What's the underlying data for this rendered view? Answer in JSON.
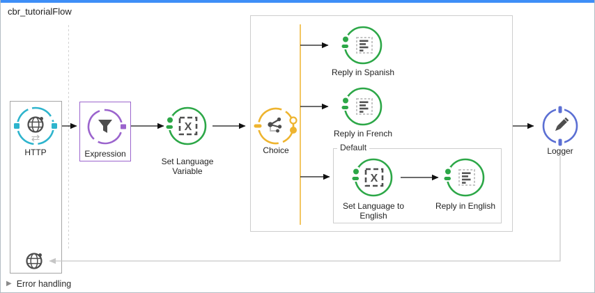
{
  "title": "cbr_tutorialFlow",
  "colors": {
    "selection": "#3e8ef7",
    "http": "#2eb4cd",
    "event": "#2ca747",
    "choice": "#eeb42f",
    "logger": "#5b6fd3",
    "expression": "#9b64cd",
    "icon": "#4d4d4d"
  },
  "nodes": {
    "http": {
      "label": "HTTP"
    },
    "expression": {
      "label": "Expression"
    },
    "set_language_variable": {
      "label": "Set Language Variable"
    },
    "choice": {
      "label": "Choice"
    },
    "reply_in_spanish": {
      "label": "Reply in Spanish"
    },
    "reply_in_french": {
      "label": "Reply in French"
    },
    "set_language_to_english": {
      "label": "Set Language to English"
    },
    "reply_in_english": {
      "label": "Reply in English"
    },
    "logger": {
      "label": "Logger"
    }
  },
  "scopes": {
    "default": {
      "label": "Default"
    }
  },
  "icons": {
    "swap": "⇄",
    "disclosure": "▶"
  },
  "footer": {
    "error_handling": "Error handling"
  }
}
